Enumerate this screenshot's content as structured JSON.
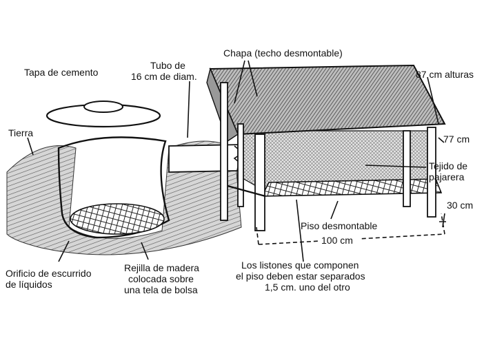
{
  "labels": {
    "roof": "Chapa (techo desmontable)",
    "pipe": [
      "Tubo de",
      "16 cm de diam."
    ],
    "lid": "Tapa de cemento",
    "soil": "Tierra",
    "height_87": "87 cm alturas",
    "height_77": "77 cm",
    "mesh": [
      "Tejido de",
      "pajarera"
    ],
    "height_30": "30 cm",
    "floor": "Piso desmontable",
    "width_100": "100 cm",
    "drain": [
      "Orificio de escurrido",
      "de líquidos"
    ],
    "grate": [
      "Rejilla de madera",
      "colocada sobre",
      "una tela de bolsa"
    ],
    "slats": [
      "Los listones que componen",
      "el piso deben estar separados",
      "1,5 cm. uno del otro"
    ]
  },
  "colors": {
    "ink": "#111111",
    "soil": "#8a8a8a",
    "roof": "#6e6e6e"
  }
}
